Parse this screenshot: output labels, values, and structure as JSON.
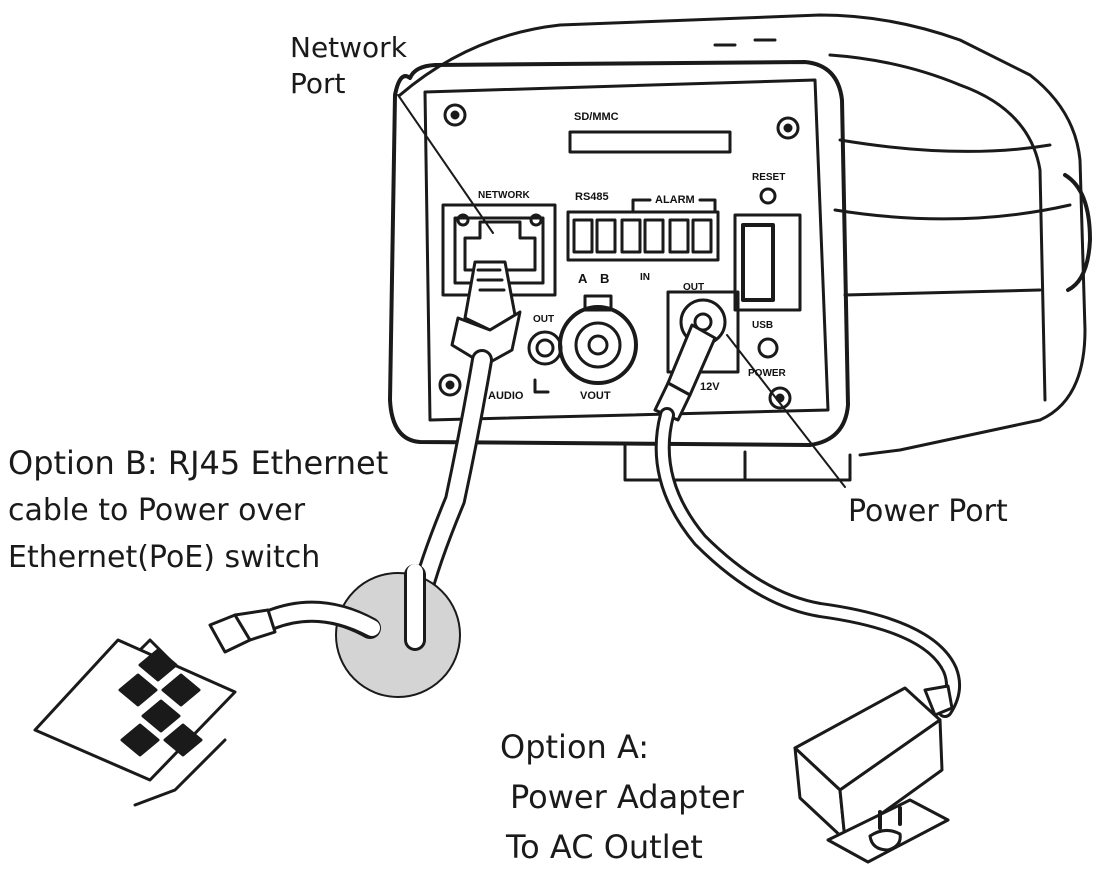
{
  "callouts": {
    "network_port": {
      "line1": "Network",
      "line2": "Port"
    },
    "option_b": {
      "line1": "Option B: RJ45 Ethernet",
      "line2": "cable to Power over",
      "line3": "Ethernet(PoE) switch"
    },
    "power_port": "Power Port",
    "option_a": {
      "line1": "Option A:",
      "line2": "Power Adapter",
      "line3": "To AC Outlet"
    }
  },
  "panel_labels": {
    "sd_card": "SD/MMC",
    "network": "NETWORK",
    "rs485": "RS485",
    "alarm": "ALARM",
    "reset": "RESET",
    "a": "A",
    "b": "B",
    "in": "IN",
    "alarm_out": "OUT",
    "audio_out": "OUT",
    "audio": "AUDIO",
    "vout": "VOUT",
    "v12": "12V",
    "usb": "USB",
    "power": "POWER"
  },
  "colors": {
    "ink": "#1a1a1a",
    "poe_circle": "#d4d4d4",
    "paper": "#ffffff"
  }
}
